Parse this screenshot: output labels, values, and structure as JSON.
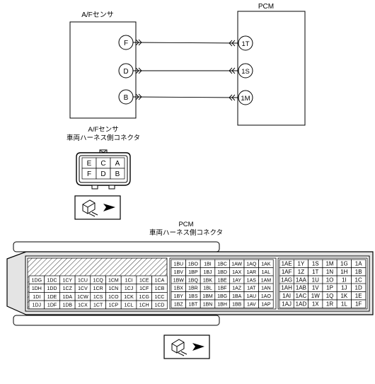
{
  "wiring": {
    "sensor_title": "A/Fセンサ",
    "pcm_title": "PCM",
    "sensor_pins": [
      "F",
      "D",
      "B"
    ],
    "pcm_pins": [
      "1T",
      "1S",
      "1M"
    ]
  },
  "small_connector": {
    "caption_line1": "A/Fセンサ",
    "caption_line2": "車両ハーネス側コネクタ",
    "cells": [
      [
        "E",
        "C",
        "A"
      ],
      [
        "F",
        "D",
        "B"
      ]
    ]
  },
  "pcm_connector": {
    "caption_line1": "PCM",
    "caption_line2": "車両ハーネス側コネクタ",
    "left_block": [
      [
        "1DG",
        "1DC",
        "1CY",
        "1CU",
        "1CQ",
        "1CM",
        "1CI",
        "1CE",
        "1CA"
      ],
      [
        "1DH",
        "1DD",
        "1CZ",
        "1CV",
        "1CR",
        "1CN",
        "1CJ",
        "1CF",
        "1CB"
      ],
      [
        "1DI",
        "1DE",
        "1DA",
        "1CW",
        "1CS",
        "1CO",
        "1CK",
        "1CG",
        "1CC"
      ],
      [
        "1DJ",
        "1DF",
        "1DB",
        "1CX",
        "1CT",
        "1CP",
        "1CL",
        "1CH",
        "1CD"
      ]
    ],
    "mid_block_top": [
      [
        "1BU",
        "1BO",
        "1BI",
        "1BC",
        "1AW",
        "1AQ",
        "1AK"
      ],
      [
        "1BV",
        "1BP",
        "1BJ",
        "1BD",
        "1AX",
        "1AR",
        "1AL"
      ],
      [
        "1BW",
        "1BQ",
        "1BK",
        "1BE",
        "1AY",
        "1AS",
        "1AM"
      ]
    ],
    "mid_block_bottom": [
      [
        "1BX",
        "1BR",
        "1BL",
        "1BF",
        "1AZ",
        "1AT",
        "1AN"
      ],
      [
        "1BY",
        "1BS",
        "1BM",
        "1BG",
        "1BA",
        "1AU",
        "1AO"
      ],
      [
        "1BZ",
        "1BT",
        "1BN",
        "1BH",
        "1BB",
        "1AV",
        "1AP"
      ]
    ],
    "right_block_top": [
      [
        "1AE",
        "1Y",
        "1S",
        "1M",
        "1G",
        "1A"
      ],
      [
        "1AF",
        "1Z",
        "1T",
        "1N",
        "1H",
        "1B"
      ],
      [
        "1AG",
        "1AA",
        "1U",
        "1O",
        "1I",
        "1C"
      ]
    ],
    "right_block_bottom": [
      [
        "1AH",
        "1AB",
        "1V",
        "1P",
        "1J",
        "1D"
      ],
      [
        "1AI",
        "1AC",
        "1W",
        "1Q",
        "1K",
        "1E"
      ],
      [
        "1AJ",
        "1AD",
        "1X",
        "1R",
        "1L",
        "1F"
      ]
    ]
  },
  "colors": {
    "line": "#000000",
    "shell_fill": "#e4e4e4",
    "background": "#ffffff"
  }
}
